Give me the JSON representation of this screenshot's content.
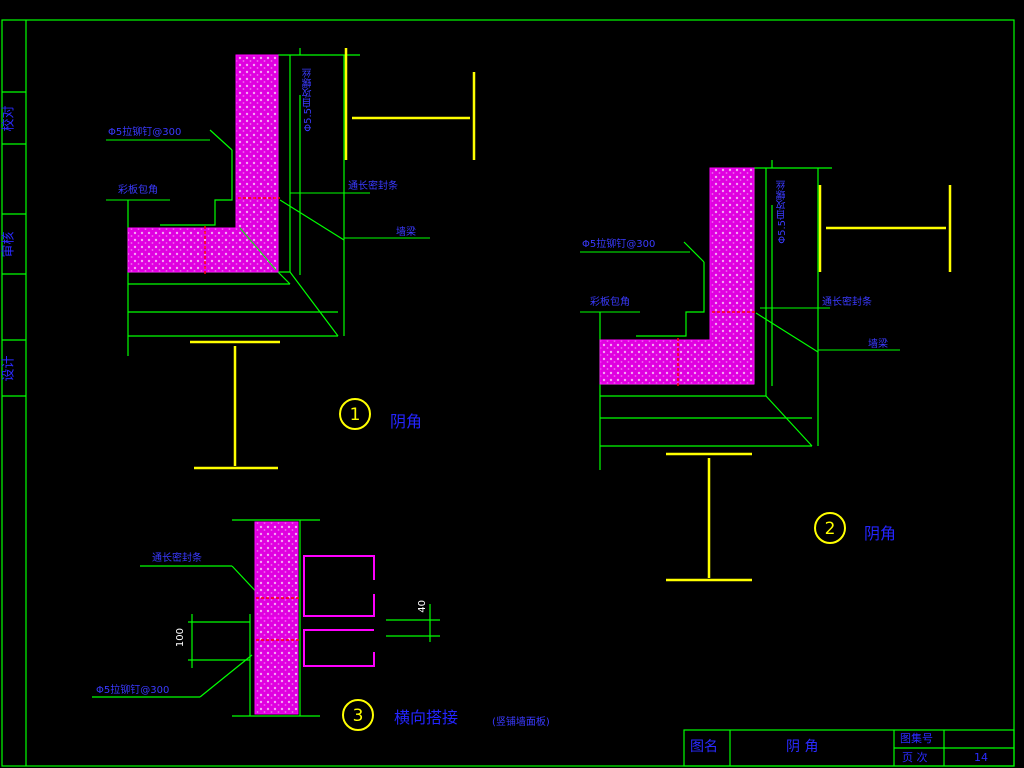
{
  "sidebar": {
    "check": "校对",
    "review": "审核",
    "design": "设计"
  },
  "detail1": {
    "number": "1",
    "title": "阴角",
    "rivet": "Φ5拉铆钉@300",
    "flashing": "彩板包角",
    "screw": "Φ5.5自攻螺丝",
    "seal": "通长密封条",
    "beam": "墙梁"
  },
  "detail2": {
    "number": "2",
    "title": "阴角",
    "rivet": "Φ5拉铆钉@300",
    "flashing": "彩板包角",
    "screw": "Φ5.5自攻螺丝",
    "seal": "通长密封条",
    "beam": "墙梁"
  },
  "detail3": {
    "number": "3",
    "title": "横向搭接",
    "subtitle": "(竖铺墙面板)",
    "seal": "通长密封条",
    "rivet": "Φ5拉铆钉@300",
    "dim_gap": "40",
    "dim_lap": "100"
  },
  "title_block": {
    "name_label": "图名",
    "drawing_name": "阴 角",
    "atlas_label": "图集号",
    "page_label": "页 次",
    "page_number": "14"
  },
  "colors": {
    "frame": "#00ff00",
    "panel": "#ff00ff",
    "steel": "#ffff00",
    "text": "#2424ff",
    "red": "#ff0000"
  }
}
